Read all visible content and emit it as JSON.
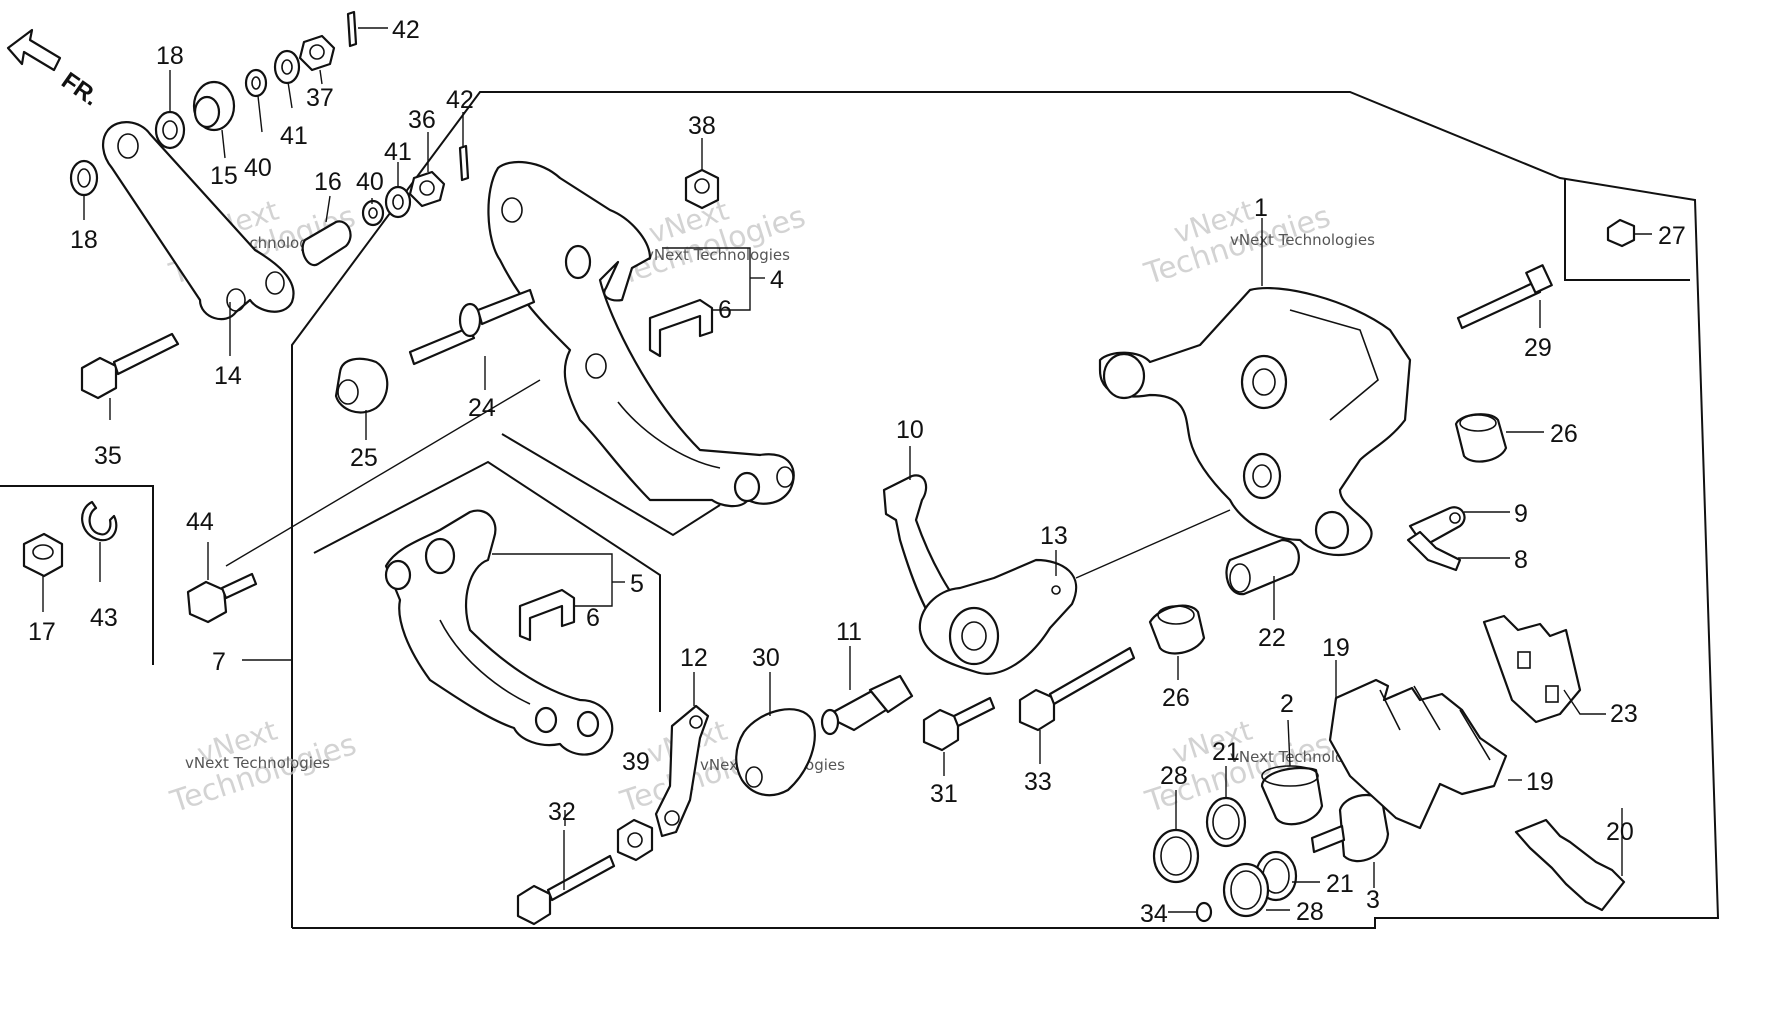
{
  "direction_label": "FR.",
  "watermark": {
    "line1": "vNext",
    "line2": "vNext Technologies",
    "line3": "Technologies"
  },
  "callouts": {
    "c1": "1",
    "c2": "2",
    "c3": "3",
    "c4": "4",
    "c5": "5",
    "c6a": "6",
    "c6b": "6",
    "c7": "7",
    "c8": "8",
    "c9": "9",
    "c10": "10",
    "c11": "11",
    "c12": "12",
    "c13": "13",
    "c14": "14",
    "c15": "15",
    "c16": "16",
    "c17": "17",
    "c18a": "18",
    "c18b": "18",
    "c19a": "19",
    "c19b": "19",
    "c20": "20",
    "c21a": "21",
    "c21b": "21",
    "c22": "22",
    "c23": "23",
    "c24": "24",
    "c25": "25",
    "c26a": "26",
    "c26b": "26",
    "c27": "27",
    "c28a": "28",
    "c28b": "28",
    "c29": "29",
    "c30": "30",
    "c31": "31",
    "c32": "32",
    "c33": "33",
    "c34": "34",
    "c35": "35",
    "c36": "36",
    "c37": "37",
    "c38": "38",
    "c39": "39",
    "c40a": "40",
    "c40b": "40",
    "c41a": "41",
    "c41b": "41",
    "c42a": "42",
    "c42b": "42",
    "c43": "43",
    "c44": "44"
  }
}
